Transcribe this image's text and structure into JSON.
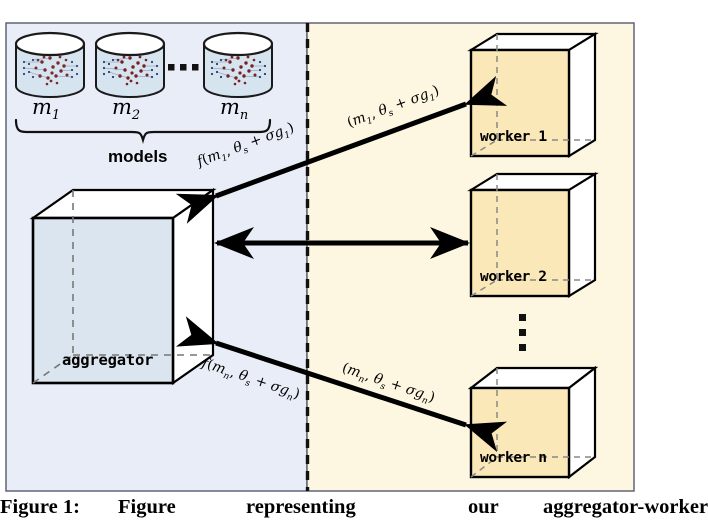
{
  "figure": {
    "caption_prefix": "Figure 1:",
    "caption_words": [
      "Figure",
      "representing",
      "our",
      "aggregator-worker"
    ],
    "caption_full": "Figure 1: Figure representing our aggregator-worker"
  },
  "panels": {
    "left": {
      "name": "aggregator-side",
      "fill": "#e9edf8",
      "border": "#555566"
    },
    "right": {
      "name": "worker-side",
      "fill": "#fdf6e0",
      "border": "#555566"
    },
    "divider": {
      "style": "dashed",
      "color": "#111111"
    }
  },
  "models_group": {
    "brace_label": "models",
    "ellipsis": "▪ ▪ ▪",
    "cylinders": [
      {
        "label": "m",
        "sub": "1",
        "fill": "#d6e4f0",
        "stroke": "#1a1a1a"
      },
      {
        "label": "m",
        "sub": "2",
        "fill": "#d6e4f0",
        "stroke": "#1a1a1a"
      },
      {
        "label": "m",
        "sub": "n",
        "fill": "#d6e4f0",
        "stroke": "#1a1a1a"
      }
    ]
  },
  "aggregator": {
    "label": "aggregator",
    "fill": "#dbe5ef",
    "top_fill": "#ffffff",
    "side_fill": "#ffffff",
    "stroke": "#000000"
  },
  "workers": [
    {
      "label": "worker 1",
      "fill": "#fbe8b8",
      "top_fill": "#ffffff",
      "stroke": "#000000"
    },
    {
      "label": "worker 2",
      "fill": "#fbe8b8",
      "top_fill": "#ffffff",
      "stroke": "#000000"
    },
    {
      "label": "worker n",
      "fill": "#fbe8b8",
      "top_fill": "#ffffff",
      "stroke": "#000000"
    }
  ],
  "worker_ellipsis": "▪",
  "arrows": [
    {
      "name": "top-arrow",
      "direction": "worker-to-aggregator",
      "left_label": {
        "f": "f",
        "open": "(",
        "m": "m",
        "msub": "1",
        "comma": ", ",
        "theta": "θ",
        "tsub": "s",
        "plus": " + ",
        "sigma": "σ",
        "g": "g",
        "gsub": "1",
        "close": ")"
      },
      "right_label": {
        "open": "(",
        "m": "m",
        "msub": "1",
        "comma": ", ",
        "theta": "θ",
        "tsub": "s",
        "plus": " + ",
        "sigma": "σ",
        "g": "g",
        "gsub": "1",
        "close": ")"
      },
      "left_text": "f(m₁, θₛ + σg₁)",
      "right_text": "(m₁, θₛ + σg₁)"
    },
    {
      "name": "middle-arrow",
      "direction": "bidirectional",
      "left_text": "",
      "right_text": ""
    },
    {
      "name": "bottom-arrow",
      "direction": "both",
      "left_label": {
        "f": "f",
        "open": "(",
        "m": "m",
        "msub": "n",
        "comma": ", ",
        "theta": "θ",
        "tsub": "s",
        "plus": " + ",
        "sigma": "σ",
        "g": "g",
        "gsub": "n",
        "close": ")"
      },
      "right_label": {
        "open": "(",
        "m": "m",
        "msub": "n",
        "comma": ", ",
        "theta": "θ",
        "tsub": "s",
        "plus": " + ",
        "sigma": "σ",
        "g": "g",
        "gsub": "n",
        "close": ")"
      },
      "left_text": "f(mₙ, θₛ + σgₙ)",
      "right_text": "(mₙ, θₛ + σgₙ)"
    }
  ]
}
